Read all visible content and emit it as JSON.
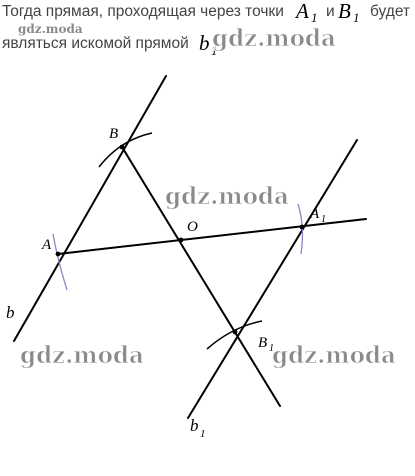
{
  "text": {
    "line1": "Тогда прямая, проходящая через точки",
    "a1": "A",
    "a1_sub": "1",
    "and": "и",
    "b1": "B",
    "b1_sub": "1",
    "will_be": "будет",
    "line2": "являться искомой прямой",
    "bline": "b",
    "bline_sub": "1"
  },
  "watermarks": {
    "small": "gdz.moda",
    "big": "gdz.moda"
  },
  "labels": {
    "B": "B",
    "A": "A",
    "O": "O",
    "A1": "A",
    "A1_sub": "1",
    "B1": "B",
    "B1_sub": "1",
    "b": "b",
    "b1": "b",
    "b1_sub": "1"
  }
}
